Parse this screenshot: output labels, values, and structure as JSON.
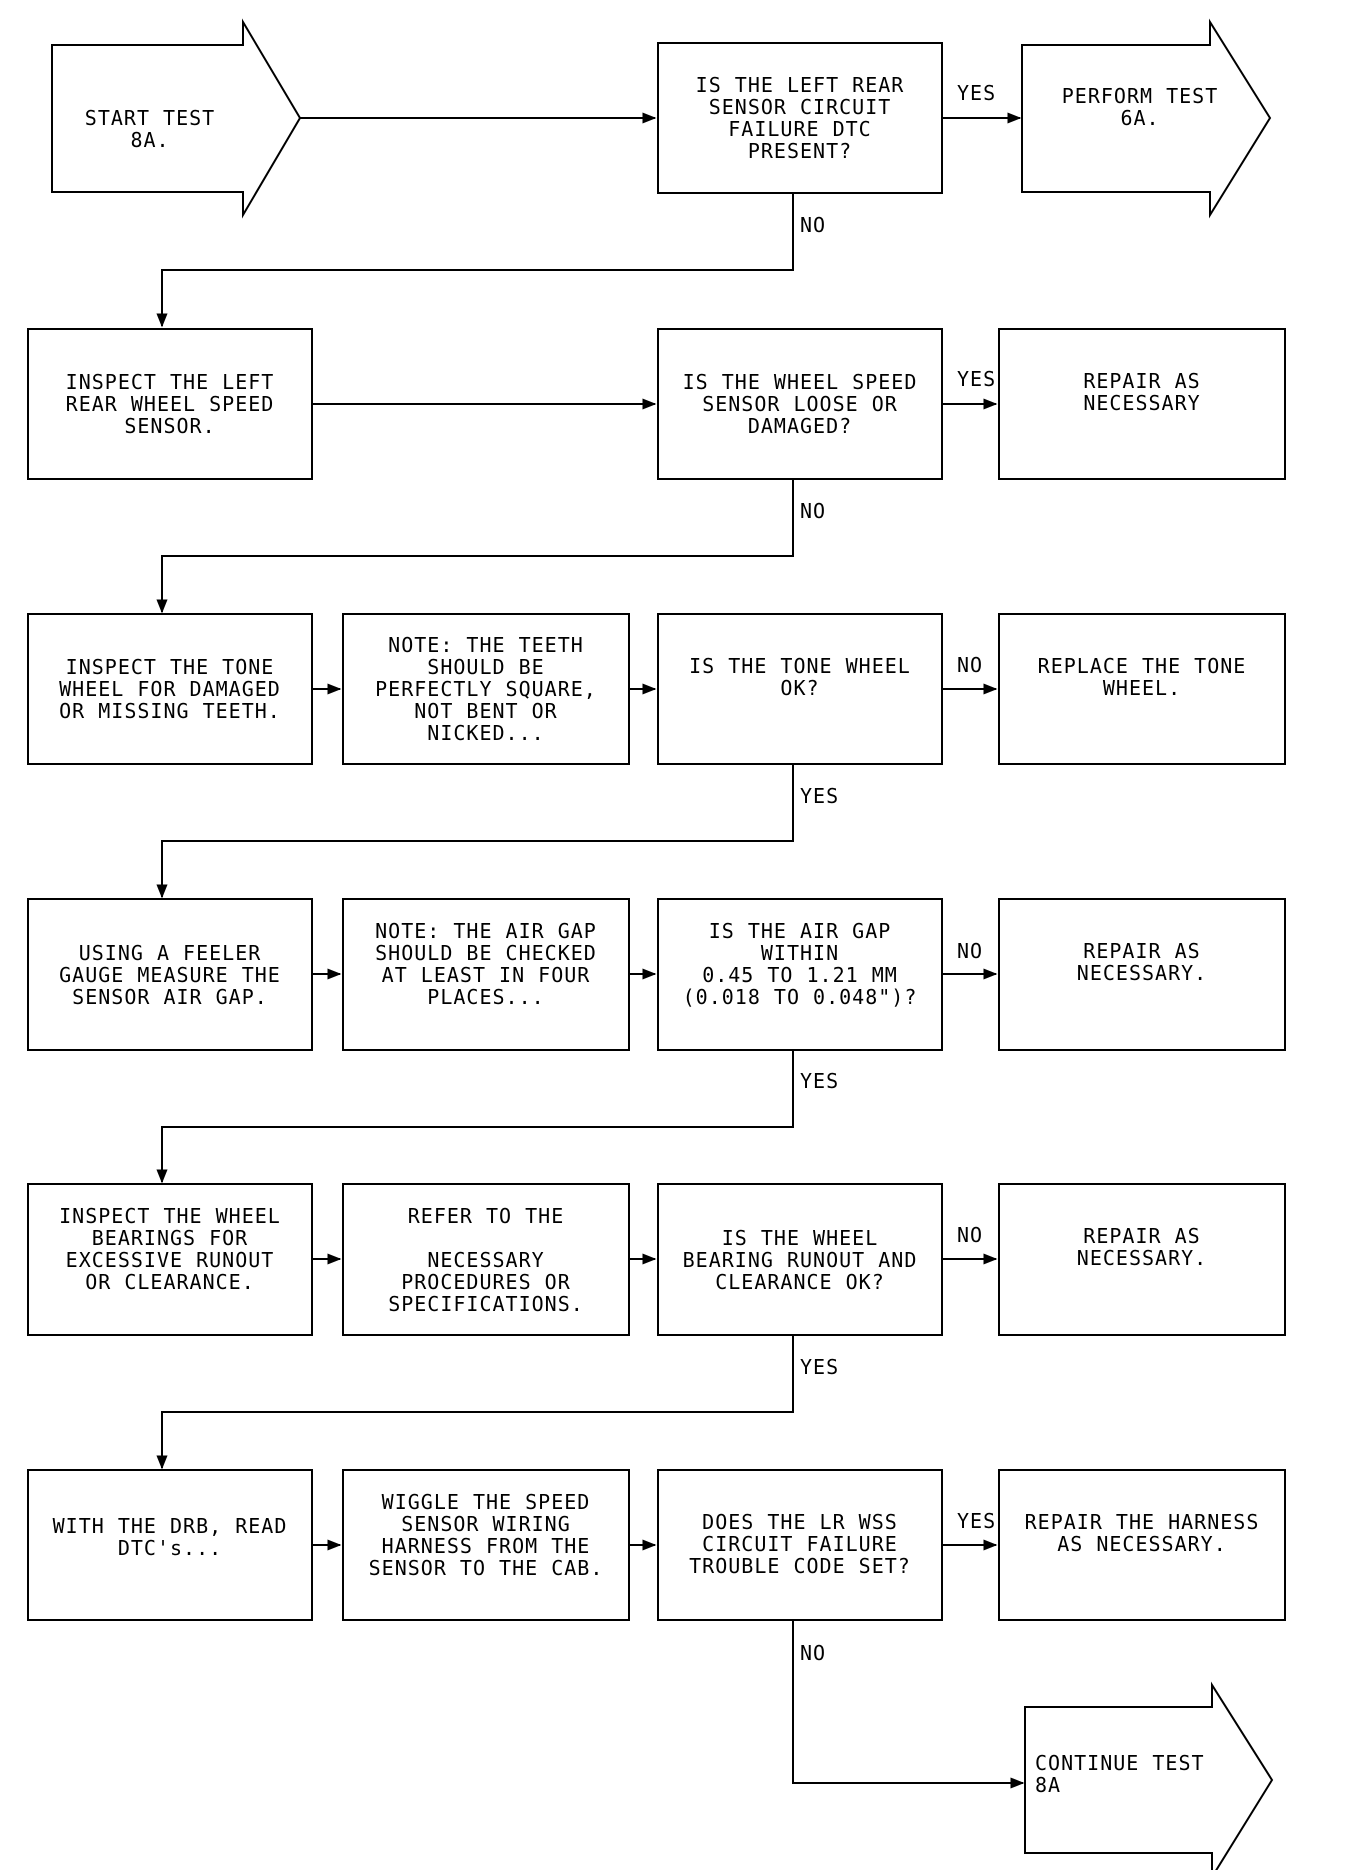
{
  "start": "START TEST 8A.",
  "perform": "PERFORM TEST\n6A.",
  "continue": "CONTINUE TEST\n8A",
  "rows": [
    {
      "q": "IS THE LEFT REAR\nSENSOR CIRCUIT\nFAILURE DTC\nPRESENT?",
      "yes": "YES",
      "no": "NO"
    },
    {
      "a": "INSPECT THE LEFT\nREAR WHEEL SPEED\nSENSOR.",
      "q": "IS THE WHEEL SPEED\nSENSOR LOOSE OR\nDAMAGED?",
      "branch": "YES",
      "r": "REPAIR AS\nNECESSARY",
      "down": "NO"
    },
    {
      "a": "INSPECT THE TONE\nWHEEL FOR DAMAGED\nOR MISSING TEETH.",
      "n": "NOTE: THE TEETH\nSHOULD BE\nPERFECTLY SQUARE,\nNOT BENT OR\nNICKED...",
      "q": "IS THE TONE WHEEL\nOK?",
      "branch": "NO",
      "r": "REPLACE THE TONE\nWHEEL.",
      "down": "YES"
    },
    {
      "a": "USING A FEELER\nGAUGE MEASURE THE\nSENSOR AIR GAP.",
      "n": "NOTE: THE AIR GAP\nSHOULD BE CHECKED\nAT LEAST IN FOUR\nPLACES...",
      "q": "IS THE AIR GAP\nWITHIN\n0.45 TO 1.21 MM\n(0.018 TO 0.048\")?",
      "branch": "NO",
      "r": "REPAIR AS\nNECESSARY.",
      "down": "YES"
    },
    {
      "a": "INSPECT THE WHEEL\nBEARINGS FOR\nEXCESSIVE RUNOUT\nOR CLEARANCE.",
      "n": "REFER TO THE\n\nNECESSARY\nPROCEDURES OR\nSPECIFICATIONS.",
      "q": "IS THE WHEEL\nBEARING RUNOUT AND\nCLEARANCE OK?",
      "branch": "NO",
      "r": "REPAIR AS\nNECESSARY.",
      "down": "YES"
    },
    {
      "a": "WITH THE DRB, READ\nDTC's...",
      "n": "WIGGLE THE SPEED\nSENSOR WIRING\nHARNESS FROM THE\nSENSOR TO THE CAB.",
      "q": "DOES THE LR WSS\nCIRCUIT FAILURE\nTROUBLE CODE SET?",
      "branch": "YES",
      "r": "REPAIR THE HARNESS\nAS NECESSARY.",
      "down": "NO"
    }
  ]
}
